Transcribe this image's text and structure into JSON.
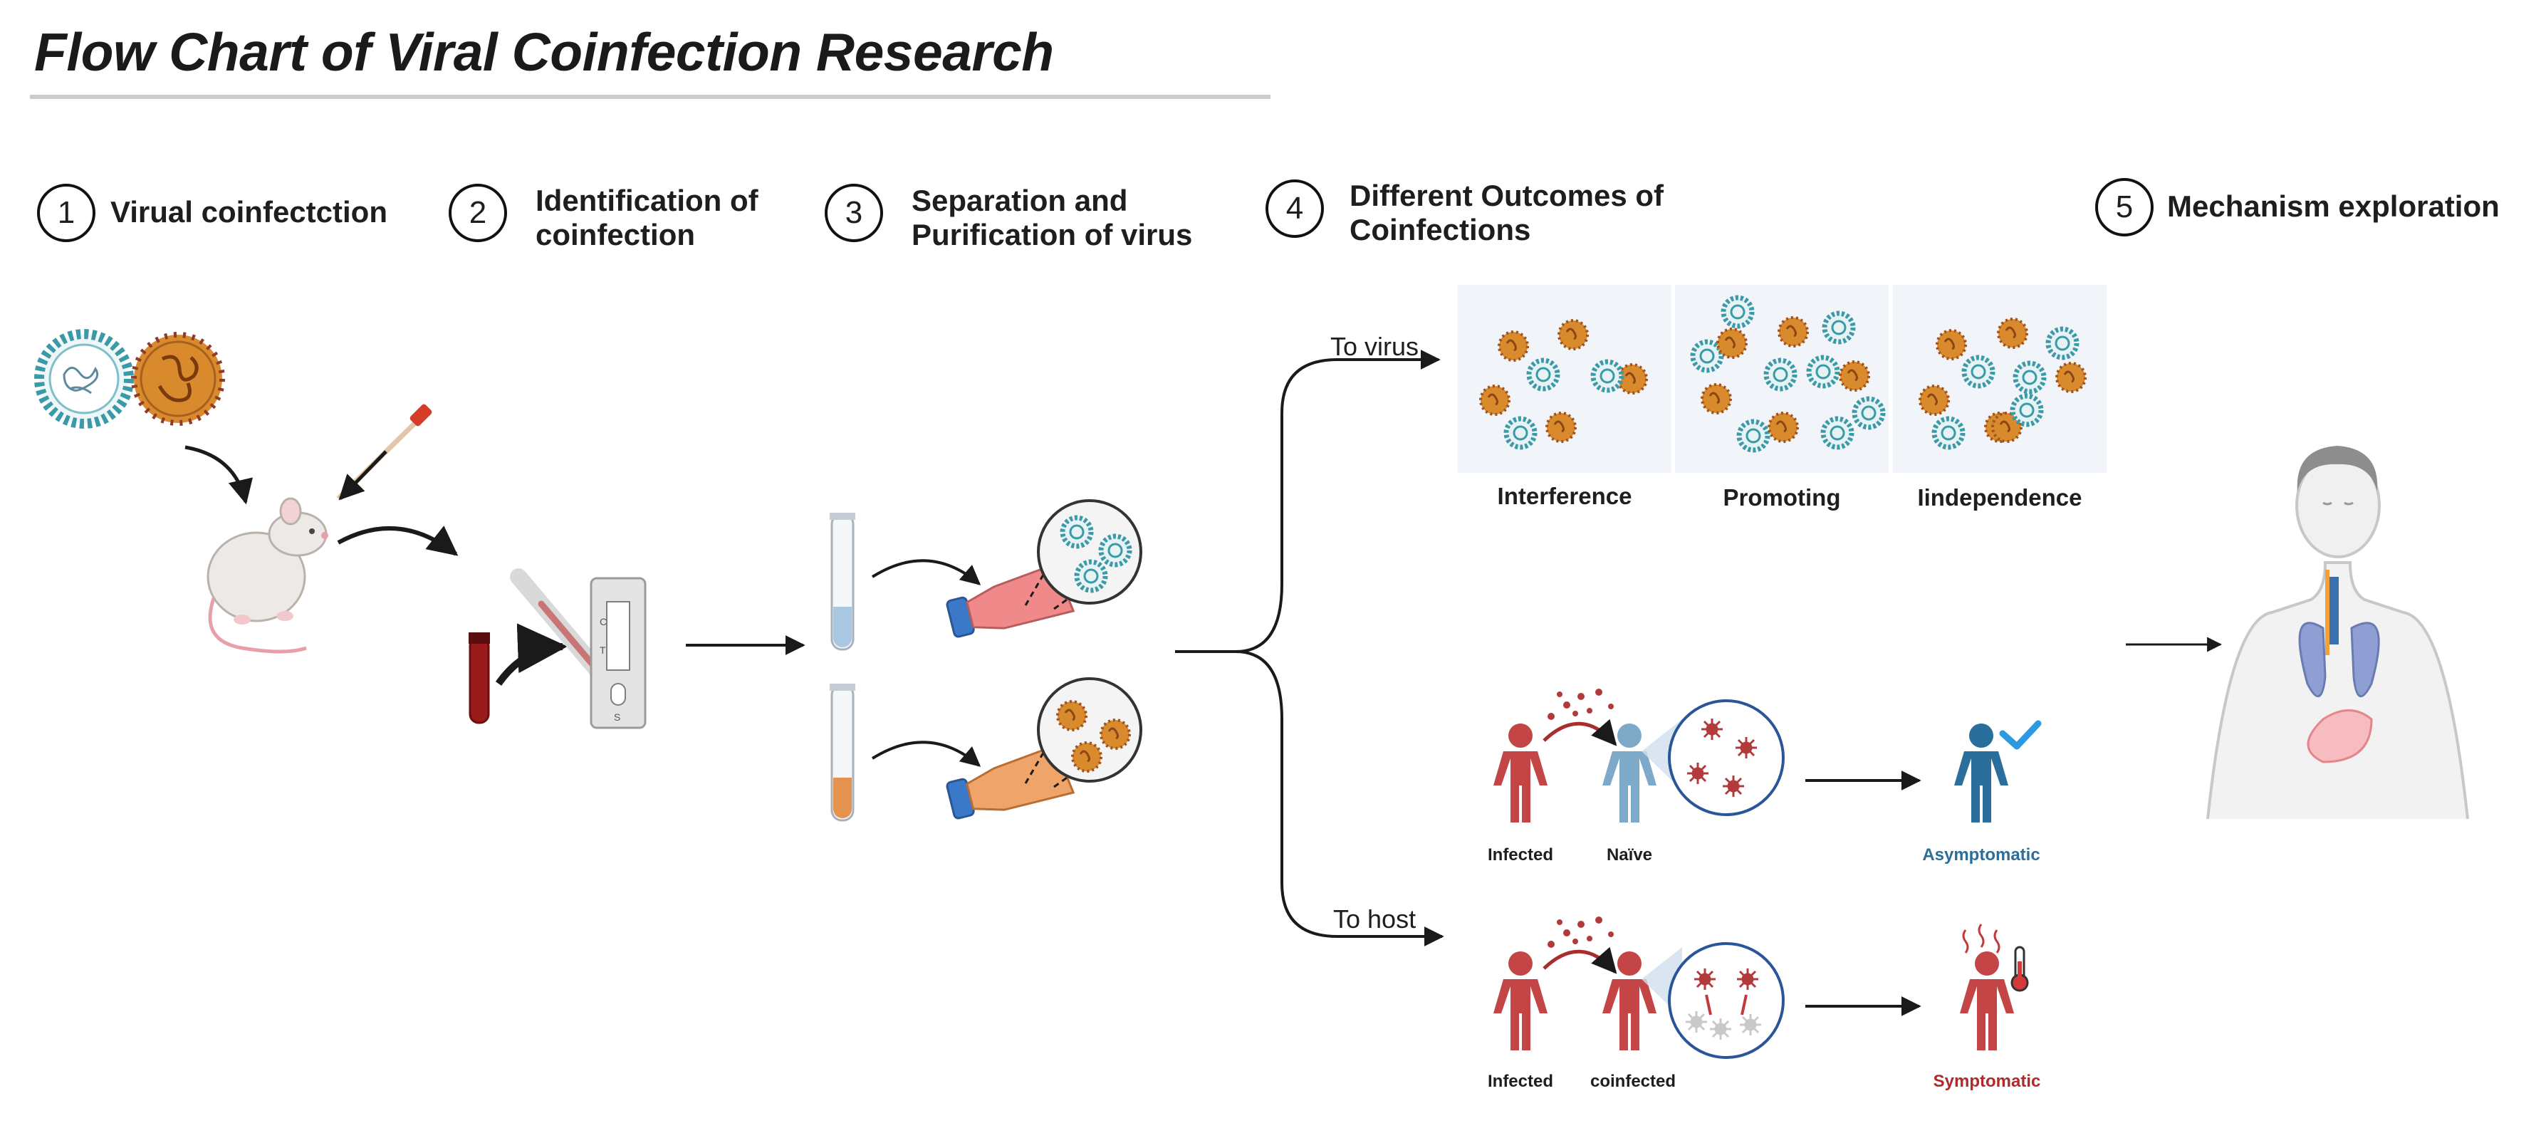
{
  "title": "Flow Chart of Viral Coinfection Research",
  "steps": [
    {
      "number": "1",
      "label": "Virual coinfectction"
    },
    {
      "number": "2",
      "label": "Identification of coinfection"
    },
    {
      "number": "3",
      "label": "Separation and Purification of virus"
    },
    {
      "number": "4",
      "label": "Different Outcomes of Coinfections"
    },
    {
      "number": "5",
      "label": "Mechanism exploration"
    }
  ],
  "branches": {
    "virus": "To virus",
    "host": "To host"
  },
  "virus_outcomes": [
    "Interference",
    "Promoting",
    "Iindependence"
  ],
  "host_top": {
    "left": "Infected",
    "right": "Naïve",
    "result": "Asymptomatic"
  },
  "host_bottom": {
    "left": "Infected",
    "right": "coinfected",
    "result": "Symptomatic"
  },
  "test_strip_marks": [
    "C",
    "T",
    "S"
  ],
  "colors": {
    "virus_teal": "#3a9aa8",
    "virus_orange": "#d88a2c",
    "infected_red": "#c44545",
    "naive_blue": "#7ea9c9",
    "asymptomatic_blue": "#2a6f9c",
    "symptomatic_red": "#b02a2a",
    "panel_bg": "#f1f4f9"
  }
}
